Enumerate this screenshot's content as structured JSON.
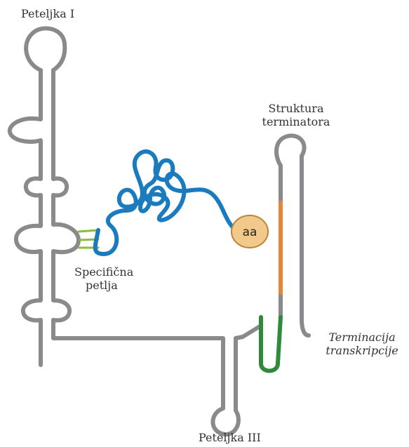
{
  "labels": {
    "stem_loop_1": "Peteljka I",
    "terminator_line1": "Struktura",
    "terminator_line2": "terminatora",
    "specific_loop_line1": "Specifična",
    "specific_loop_line2": "petlja",
    "termination_line1": "Terminacija",
    "termination_line2": "transkripcije",
    "stem_loop_3": "Peteljka III",
    "amino_acid": "aa"
  },
  "colors": {
    "rna_strand": "#8a8a8d",
    "trna_chain": "#1a7bbf",
    "amino_acid_fill": "#f3c98b",
    "amino_acid_stroke": "#b8863a",
    "pairing_lines": "#8dbb3c",
    "terminator_segment": "#e8843a",
    "antiterminator_segment": "#2e8b3a",
    "label_text": "#333333"
  }
}
